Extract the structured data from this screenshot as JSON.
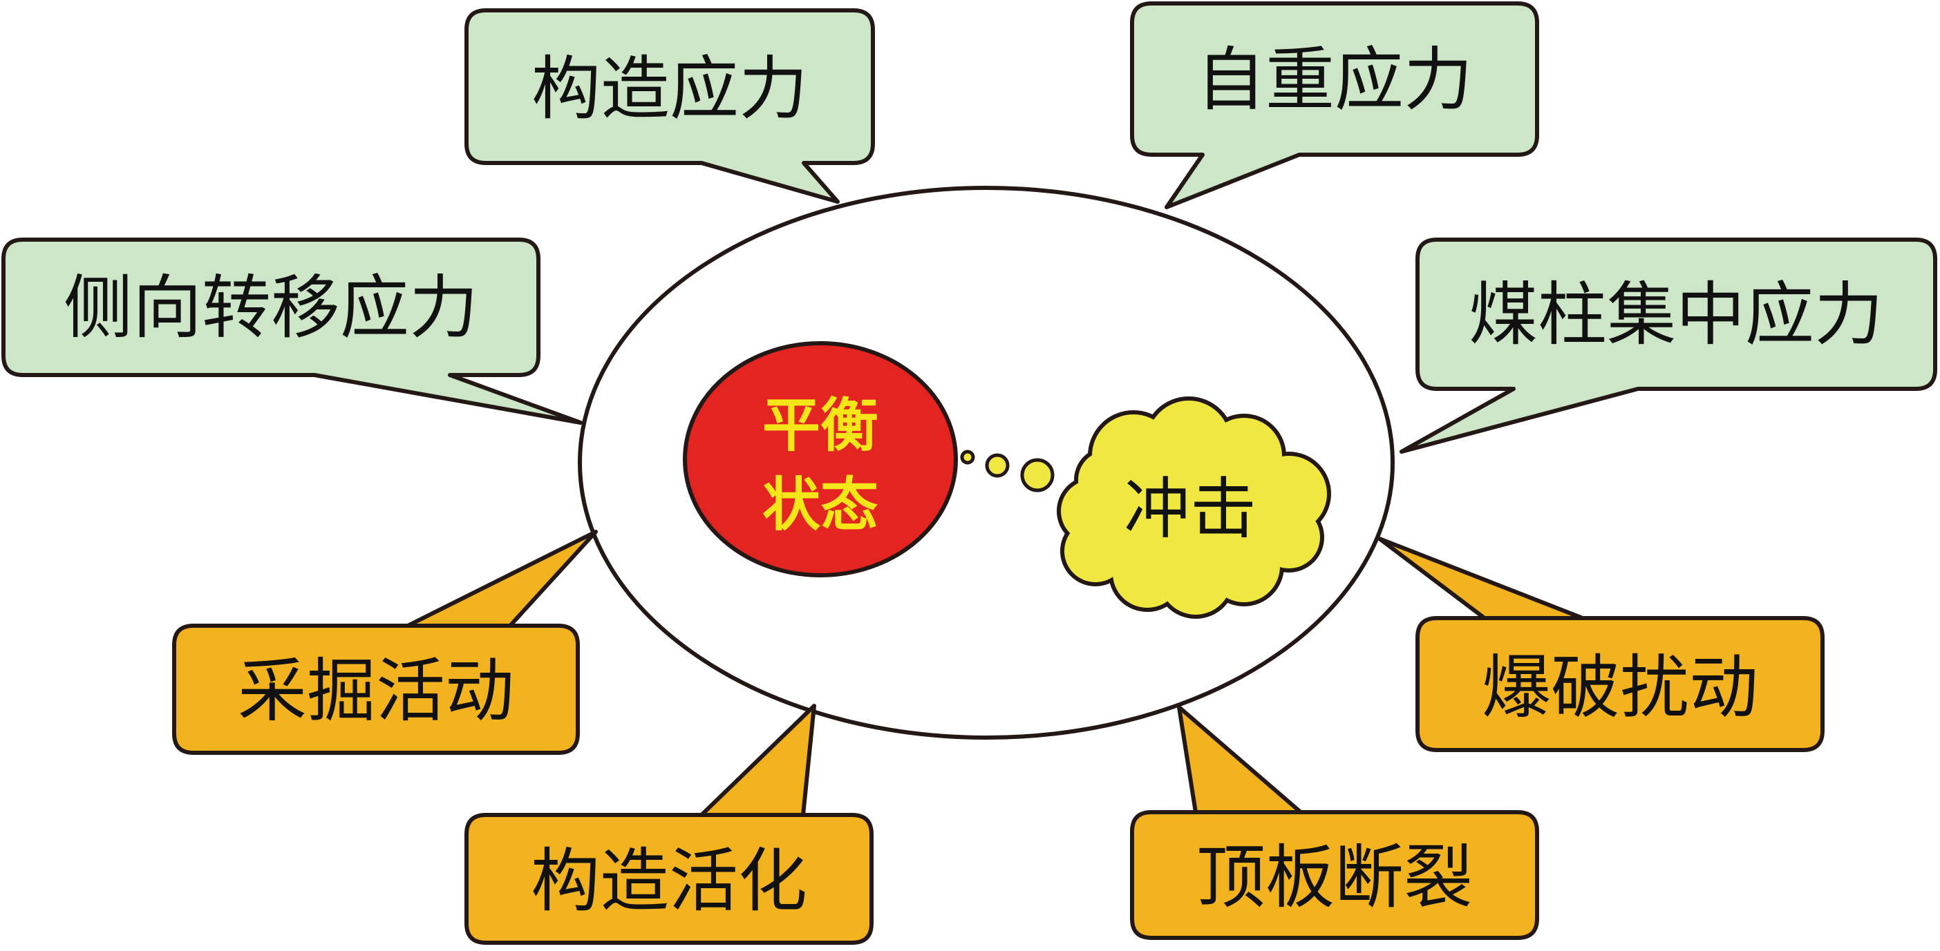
{
  "colors": {
    "green_fill": "#cce6c7",
    "orange_fill": "#f2b31f",
    "red_fill": "#e32420",
    "yellow_fill": "#f0e840",
    "yellow_text": "#f5e61a",
    "outline": "#231815"
  },
  "diagram": {
    "center": {
      "line1": "平衡",
      "line2": "状态"
    },
    "impact": "冲击",
    "stress_factors": [
      {
        "label": "构造应力"
      },
      {
        "label": "自重应力"
      },
      {
        "label": "侧向转移应力"
      },
      {
        "label": "煤柱集中应力"
      }
    ],
    "disturbance_factors": [
      {
        "label": "采掘活动"
      },
      {
        "label": "爆破扰动"
      },
      {
        "label": "构造活化"
      },
      {
        "label": "顶板断裂"
      }
    ]
  }
}
